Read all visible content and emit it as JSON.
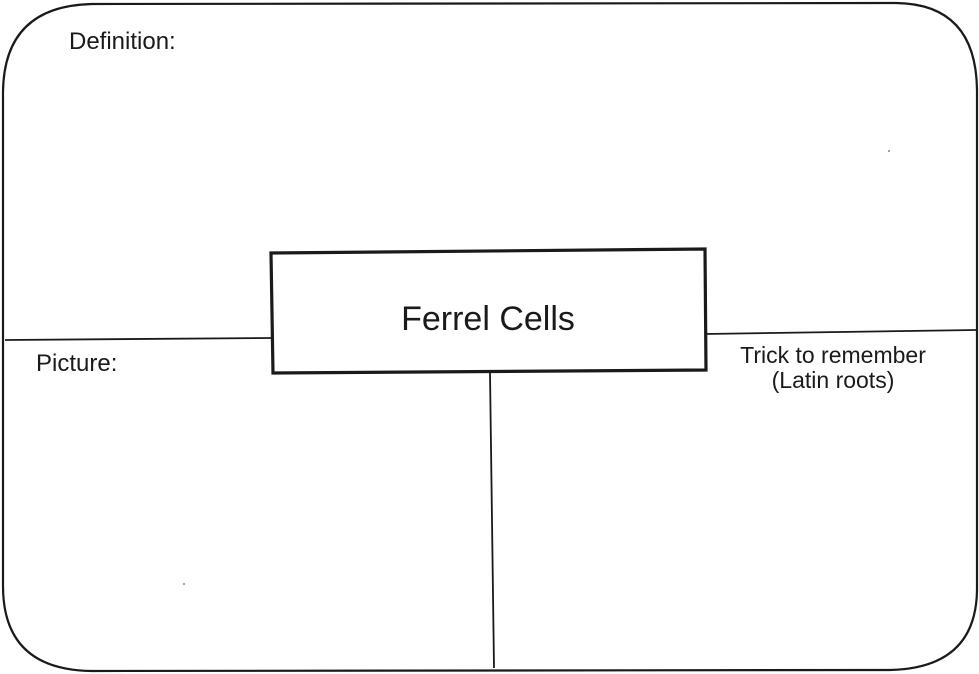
{
  "worksheet": {
    "term": "Ferrel Cells",
    "definition_label": "Definition:",
    "picture_label": "Picture:",
    "trick_label_line1": "Trick to remember",
    "trick_label_line2": "(Latin roots)"
  },
  "colors": {
    "ink": "#1a1a1a",
    "paper": "#ffffff"
  }
}
